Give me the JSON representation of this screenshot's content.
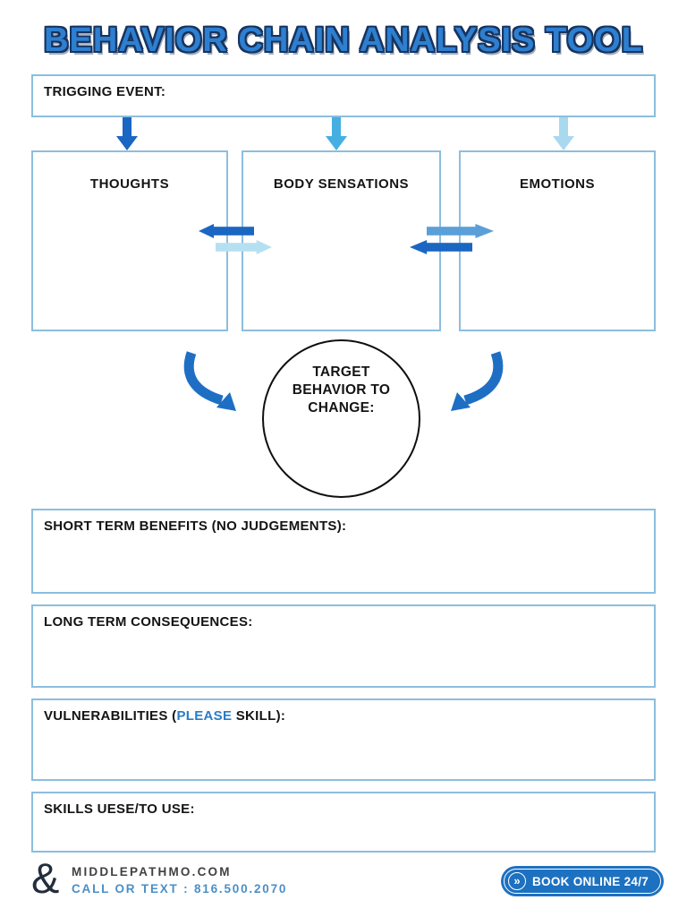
{
  "page": {
    "title": "BEHAVIOR CHAIN ANALYSIS TOOL"
  },
  "trigger_box": {
    "label": "TRIGGING EVENT:"
  },
  "chain_boxes": [
    {
      "label": "THOUGHTS"
    },
    {
      "label": "BODY SENSATIONS"
    },
    {
      "label": "EMOTIONS"
    }
  ],
  "target_circle": {
    "label": "TARGET BEHAVIOR TO CHANGE:"
  },
  "fields": [
    {
      "label": "SHORT TERM BENEFITS (NO JUDGEMENTS):"
    },
    {
      "label": "LONG TERM CONSEQUENCES:"
    },
    {
      "label_prefix": "VULNERABILITIES (",
      "label_highlight": "PLEASE",
      "label_suffix": " SKILL):"
    },
    {
      "label": "SKILLS UESE/TO USE:"
    }
  ],
  "icons": {
    "down_arrow_dark": "down-arrow-dark-blue",
    "down_arrow_sky": "down-arrow-sky-blue",
    "down_arrow_light": "down-arrow-light-blue",
    "left_arrow_dark": "left-arrow-dark-blue",
    "right_arrow_light": "right-arrow-light-blue",
    "right_arrow_steel": "right-arrow-steel-blue",
    "curved_arrow": "curved-arrow-blue",
    "logo": "ampersand-logo",
    "book_chevrons": "double-chevron-right"
  },
  "footer": {
    "logo_glyph": "&",
    "website": "MIDDLEPATHMO.COM",
    "phone_line": "CALL OR TEXT : 816.500.2070",
    "book_button": {
      "icon_glyph": "»",
      "label": "BOOK ONLINE 24/7"
    }
  },
  "colors": {
    "title_fill": "#2e7fd0",
    "title_outline": "#17345f",
    "box_border": "#8cbede",
    "circle_border": "#0f0f0f",
    "arrow_dark_blue": "#1b66c2",
    "arrow_sky_blue": "#45afe2",
    "arrow_light_blue": "#a9d9ef",
    "arrow_steel_blue": "#5b9fd8",
    "curved_arrow_blue": "#1e6fc4",
    "please_highlight_blue": "#2b7cc7",
    "phone_text_blue": "#4a8fc7",
    "button_blue": "#1d71c1",
    "footer_text_gray": "#414141"
  }
}
